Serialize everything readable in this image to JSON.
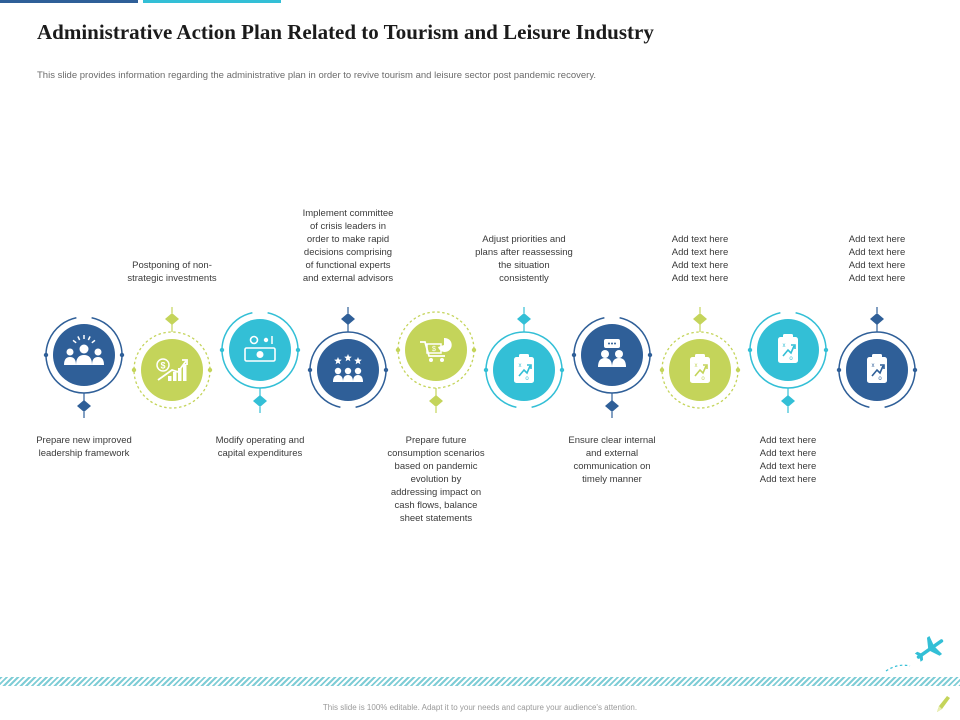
{
  "title": "Administrative Action Plan Related to Tourism and Leisure Industry",
  "subtitle": "This slide provides information regarding the administrative plan in order to revive tourism and leisure sector post pandemic recovery.",
  "footer": "This slide is 100% editable. Adapt it to your needs and capture your audience's attention.",
  "colors": {
    "navy": "#2f5f98",
    "lime": "#c4d45a",
    "cyan": "#33bfd6",
    "accent_bar": "#2f5f98",
    "footer_band": "#7fcdd6",
    "plane": "#33bfd6"
  },
  "steps": [
    {
      "color": "navy",
      "icon": "team-leader-icon",
      "text": [
        "Prepare new improved",
        "leadership framework"
      ]
    },
    {
      "color": "lime",
      "icon": "dollar-growth-chart-icon",
      "text": [
        "Postponing of non-",
        "strategic investments"
      ]
    },
    {
      "color": "cyan",
      "icon": "money-settings-icon",
      "text": [
        "Modify operating and",
        "capital expenditures"
      ]
    },
    {
      "color": "navy",
      "icon": "star-team-icon",
      "text": [
        "Implement  committee",
        "of crisis leaders in",
        "order to make rapid",
        "decisions comprising",
        "of functional experts",
        "and external advisors"
      ]
    },
    {
      "color": "lime",
      "icon": "cart-pie-chart-icon",
      "text": [
        "Prepare future",
        "consumption scenarios",
        "based on pandemic",
        "evolution by",
        "addressing impact on",
        "cash flows, balance",
        "sheet statements"
      ]
    },
    {
      "color": "cyan",
      "icon": "strategy-clipboard-icon",
      "text": [
        "Adjust priorities and",
        "plans after reassessing",
        "the situation",
        "consistently"
      ]
    },
    {
      "color": "navy",
      "icon": "communication-meeting-icon",
      "text": [
        "Ensure clear internal",
        "and external",
        "communication on",
        "timely manner"
      ]
    },
    {
      "color": "lime",
      "icon": "strategy-clipboard-icon",
      "text": [
        "Add text here",
        "Add text here",
        "Add text here",
        "Add text here"
      ]
    },
    {
      "color": "cyan",
      "icon": "strategy-clipboard-icon",
      "text": [
        "Add text here",
        "Add text here",
        "Add text here",
        "Add text here"
      ]
    },
    {
      "color": "navy",
      "icon": "strategy-clipboard-icon",
      "text": [
        "Add text here",
        "Add text here",
        "Add text here",
        "Add text here"
      ]
    }
  ]
}
